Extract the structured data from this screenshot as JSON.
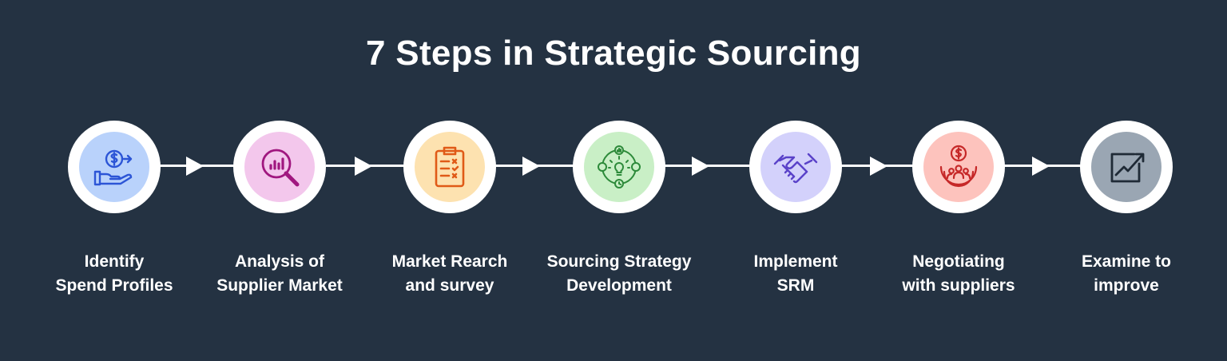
{
  "title": "7 Steps in Strategic Sourcing",
  "steps": [
    {
      "line1": "Identify",
      "line2": "Spend Profiles",
      "icon": "hand-dollar-icon",
      "color": "#b9d2fb"
    },
    {
      "line1": "Analysis of",
      "line2": "Supplier Market",
      "icon": "magnifier-chart-icon",
      "color": "#f3c7ec"
    },
    {
      "line1": "Market Rearch",
      "line2": "and survey",
      "icon": "clipboard-checklist-icon",
      "color": "#fde2b0"
    },
    {
      "line1": "Sourcing Strategy",
      "line2": "Development",
      "icon": "lightbulb-cycle-icon",
      "color": "#c9efc6"
    },
    {
      "line1": "Implement",
      "line2": "SRM",
      "icon": "handshake-icon",
      "color": "#d3d1fb"
    },
    {
      "line1": "Negotiating",
      "line2": "with suppliers",
      "icon": "dollar-people-icon",
      "color": "#fdc3bd"
    },
    {
      "line1": "Examine to",
      "line2": "improve",
      "icon": "growth-chart-icon",
      "color": "#9aa6b3"
    }
  ]
}
